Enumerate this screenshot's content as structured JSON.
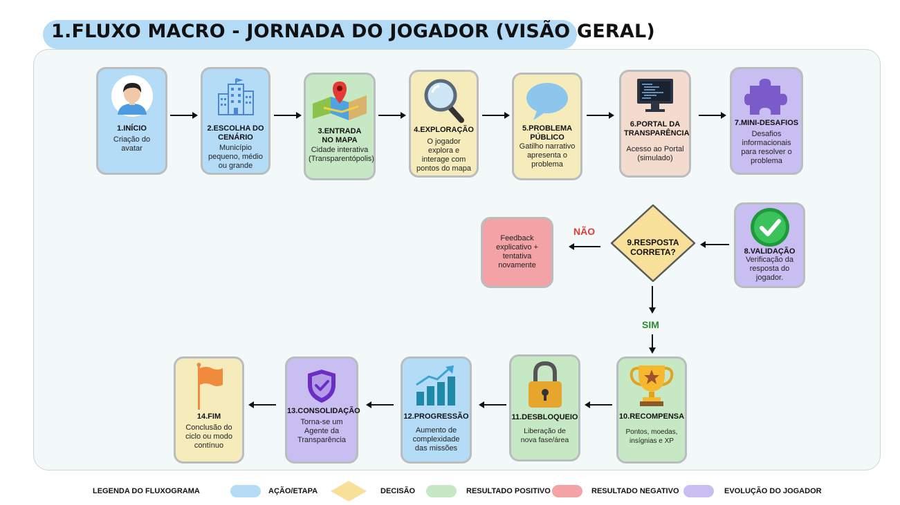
{
  "title": "1.FLUXO MACRO - JORNADA DO JOGADOR (VISÃO GERAL)",
  "colors": {
    "acao": "#b4dcf6",
    "decisao": "#f6e09a",
    "positivo": "#c7e8c4",
    "negativo": "#f3a3a6",
    "evolucao": "#c8bef2"
  },
  "nodes": {
    "n1": {
      "title": "1.INÍCIO",
      "desc": "Criação do avatar",
      "icon": "avatar-icon"
    },
    "n2": {
      "title": "2.ESCOLHA DO CENÁRIO",
      "desc": "Município pequeno, médio ou grande",
      "icon": "city-buildings-icon"
    },
    "n3": {
      "title": "3.ENTRADA NO MAPA",
      "desc": "Cidade interativa (Transparentópolis)",
      "icon": "map-pin-icon"
    },
    "n4": {
      "title": "4.EXPLORAÇÃO",
      "desc": "O jogador explora e interage com pontos do mapa",
      "icon": "magnifier-icon"
    },
    "n5": {
      "title": "5.PROBLEMA PÚBLICO",
      "desc": "Gatilho narrativo apresenta o problema",
      "icon": "speech-bubble-icon"
    },
    "n6": {
      "title": "6.PORTAL DA TRANSPARÊNCIA",
      "desc": "Acesso ao Portal (simulado)",
      "icon": "computer-monitor-icon"
    },
    "n7": {
      "title": "7.MINI-DESAFIOS",
      "desc": "Desafios informacionais para resolver o problema",
      "icon": "puzzle-piece-icon"
    },
    "n8": {
      "title": "8.VALIDAÇÃO",
      "desc": "Verificação da resposta do jogador.",
      "icon": "check-circle-icon"
    },
    "n9": {
      "title": "9.RESPOSTA CORRETA?"
    },
    "fb": {
      "desc": "Feedback explicativo + tentativa novamente"
    },
    "n10": {
      "title": "10.RECOMPENSA",
      "desc": "Pontos, moedas, insígnias e XP",
      "icon": "trophy-icon"
    },
    "n11": {
      "title": "11.DESBLOQUEIO",
      "desc": "Liberação de nova fase/área",
      "icon": "padlock-icon"
    },
    "n12": {
      "title": "12.PROGRESSÃO",
      "desc": "Aumento de complexidade das missões",
      "icon": "bar-chart-up-icon"
    },
    "n13": {
      "title": "13.CONSOLIDAÇÃO",
      "desc": "Torna-se um Agente da Transparência",
      "icon": "shield-check-icon"
    },
    "n14": {
      "title": "14.FIM",
      "desc": "Conclusão do ciclo ou modo contínuo",
      "icon": "flag-icon"
    }
  },
  "labels": {
    "no": "NÃO",
    "yes": "SIM"
  },
  "legend": {
    "title": "LEGENDA DO FLUXOGRAMA",
    "items": [
      "AÇÃO/ETAPA",
      "DECISÃO",
      "RESULTADO POSITIVO",
      "RESULTADO NEGATIVO",
      "EVOLUÇÃO DO JOGADOR"
    ]
  }
}
